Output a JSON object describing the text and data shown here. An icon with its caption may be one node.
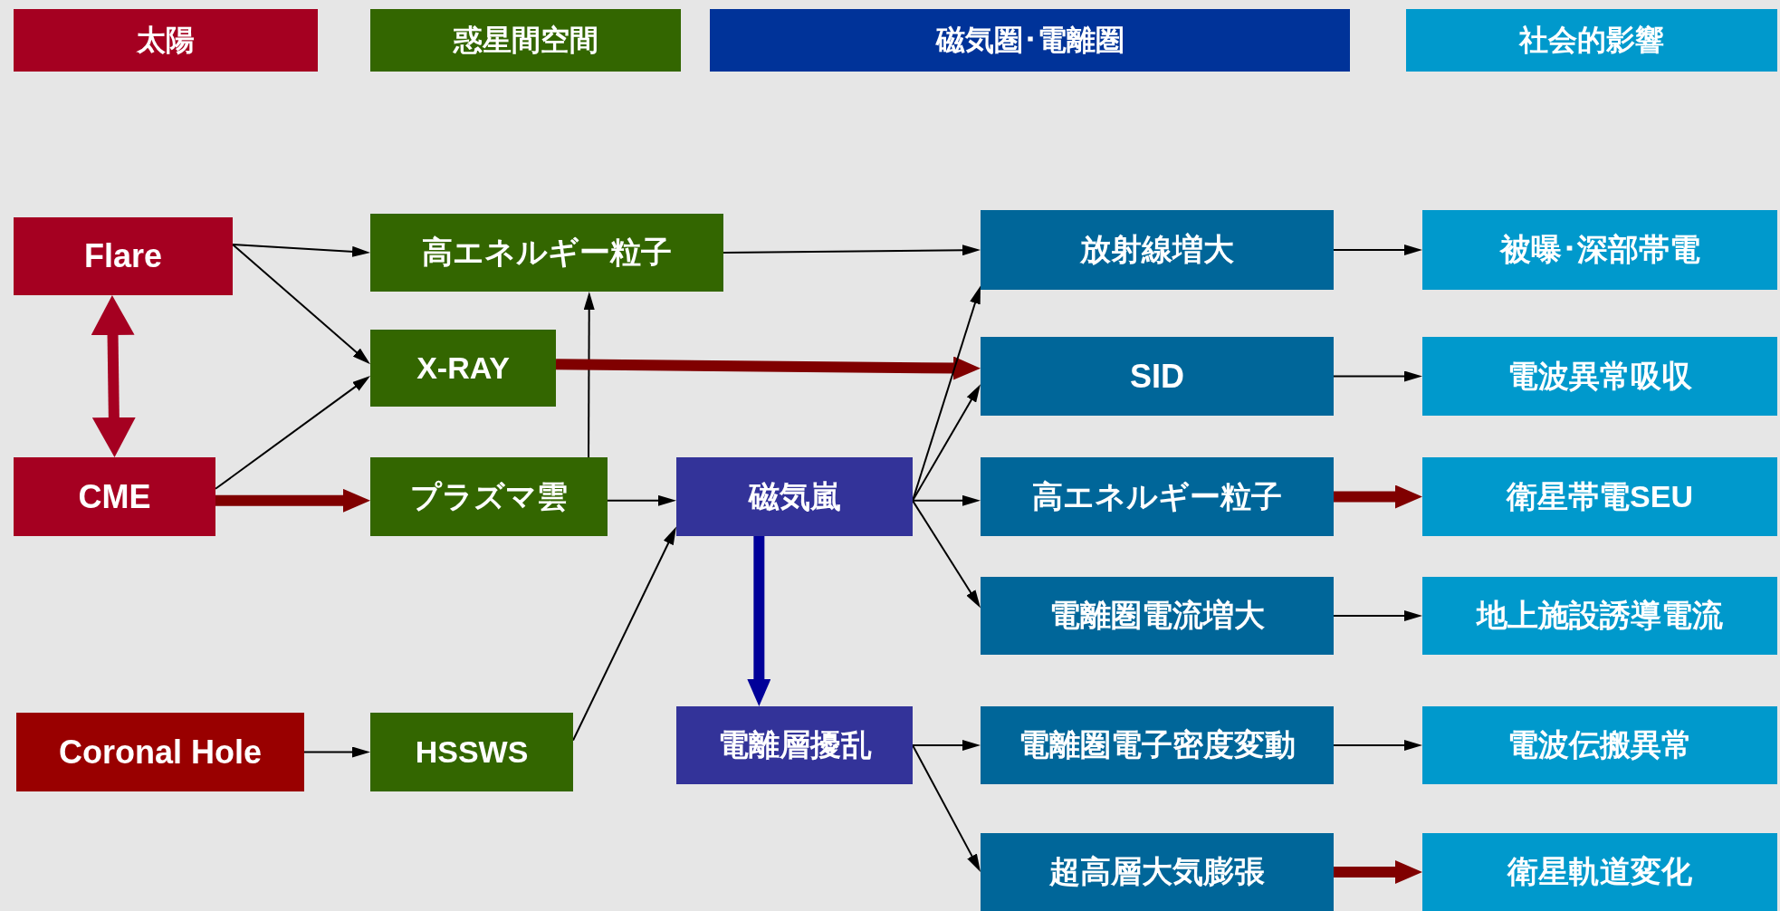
{
  "diagram": {
    "nodes": [
      {
        "text": [
          "太陽"
        ]
      },
      {
        "text": [
          "惑星間空間"
        ]
      },
      {
        "text": [
          "磁気圏･電離圏"
        ]
      },
      {
        "text": [
          "社会的影響"
        ]
      },
      {
        "text": [
          "Flare"
        ]
      },
      {
        "text": [
          "高エネルギー粒子"
        ]
      },
      {
        "text": [
          "X-RAY"
        ]
      },
      {
        "text": [
          "CME"
        ]
      },
      {
        "text": [
          "プラズマ雲"
        ]
      },
      {
        "text": [
          "磁気嵐"
        ]
      },
      {
        "text": [
          "Coronal Hole"
        ]
      },
      {
        "text": [
          "HSSWS"
        ]
      },
      {
        "text": [
          "電離層擾乱"
        ]
      },
      {
        "text": [
          "放射線増大"
        ]
      },
      {
        "text": [
          "SID"
        ]
      },
      {
        "text": [
          "高エネルギー粒子"
        ]
      },
      {
        "text": [
          "電離圏電流増大"
        ]
      },
      {
        "text": [
          "電離圏電子密度変動"
        ]
      },
      {
        "text": [
          "超高層大気膨張"
        ]
      },
      {
        "text": [
          "被曝･深部帯電"
        ]
      },
      {
        "text": [
          "電波異常吸収"
        ]
      },
      {
        "text": [
          "衛星帯電SEU"
        ]
      },
      {
        "text": [
          "地上施設誘導電流"
        ]
      },
      {
        "text": [
          "電波伝搬異常"
        ]
      },
      {
        "text": [
          "衛星軌道変化"
        ]
      }
    ],
    "edges": [
      {
        "from": 4,
        "to": 5,
        "arrow": "to"
      },
      {
        "from": 4,
        "to": 6,
        "arrow": "to"
      },
      {
        "from": 4,
        "to": 7,
        "arrow": "both",
        "style": "thick",
        "color": "#a50021"
      },
      {
        "from": 7,
        "to": 6,
        "arrow": "to"
      },
      {
        "from": 7,
        "to": 8,
        "arrow": "to",
        "style": "thick",
        "color": "#800000"
      },
      {
        "from": 8,
        "to": 5,
        "arrow": "to"
      },
      {
        "from": 8,
        "to": 9,
        "arrow": "to"
      },
      {
        "from": 6,
        "to": 14,
        "arrow": "to",
        "style": "thick",
        "color": "#800000"
      },
      {
        "from": 5,
        "to": 13,
        "arrow": "to"
      },
      {
        "from": 11,
        "to": 9,
        "arrow": "to"
      },
      {
        "from": 10,
        "to": 11,
        "arrow": "to"
      },
      {
        "from": 9,
        "to": 13,
        "arrow": "to"
      },
      {
        "from": 9,
        "to": 14,
        "arrow": "to"
      },
      {
        "from": 9,
        "to": 15,
        "arrow": "to"
      },
      {
        "from": 9,
        "to": 16,
        "arrow": "to"
      },
      {
        "from": 9,
        "to": 12,
        "arrow": "to",
        "style": "thick",
        "color": "#000099"
      },
      {
        "from": 12,
        "to": 17,
        "arrow": "to"
      },
      {
        "from": 12,
        "to": 18,
        "arrow": "to"
      },
      {
        "from": 13,
        "to": 19,
        "arrow": "to"
      },
      {
        "from": 14,
        "to": 20,
        "arrow": "to"
      },
      {
        "from": 15,
        "to": 21,
        "arrow": "to",
        "style": "thick",
        "color": "#800000"
      },
      {
        "from": 16,
        "to": 22,
        "arrow": "to"
      },
      {
        "from": 17,
        "to": 23,
        "arrow": "to"
      },
      {
        "from": 18,
        "to": 24,
        "arrow": "to",
        "style": "thick",
        "color": "#800000"
      }
    ]
  }
}
